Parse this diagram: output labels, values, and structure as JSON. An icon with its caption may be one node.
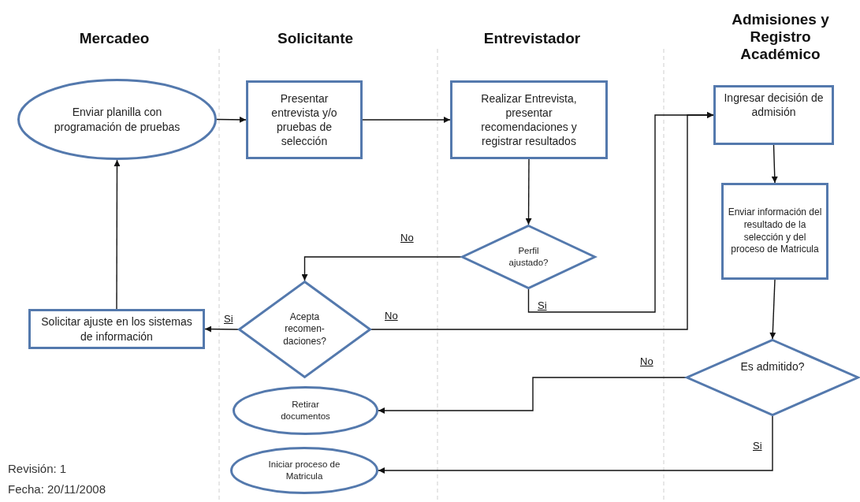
{
  "diagram": {
    "nodes": [
      {
        "text": [
          "Enviar planilla con programación de pruebas"
        ]
      },
      {
        "text": [
          "Presentar entrevista y/o pruebas de selección"
        ]
      },
      {
        "text": [
          "Realizar Entrevista, presentar recomendaciones  y registrar resultados"
        ]
      },
      {
        "text": [
          "Ingresar decisión de admisión"
        ]
      },
      {
        "text": [
          "Enviar información del resultado de la selección  y del proceso de Matricula"
        ]
      },
      {
        "text": [
          "Perfil ajustado?"
        ]
      },
      {
        "text": [
          "Acepta recomen- daciones?"
        ]
      },
      {
        "text": [
          "Solicitar ajuste en los sistemas de información"
        ]
      },
      {
        "text": [
          "Es admitido?"
        ]
      },
      {
        "text": [
          "Retirar documentos"
        ]
      },
      {
        "text": [
          "Iniciar proceso de Matricula"
        ]
      }
    ],
    "edges": [
      {
        "from": 0,
        "to": 1,
        "arrow": "to"
      },
      {
        "from": 1,
        "to": 2,
        "arrow": "to"
      },
      {
        "from": 2,
        "to": 5,
        "arrow": "to"
      },
      {
        "from": 5,
        "to": 6,
        "arrow": "to",
        "label": "No"
      },
      {
        "from": 5,
        "to": 3,
        "arrow": "to",
        "label": "Si"
      },
      {
        "from": 6,
        "to": 7,
        "arrow": "to",
        "label": "Si"
      },
      {
        "from": 6,
        "to": 3,
        "arrow": "to",
        "label": "No"
      },
      {
        "from": 7,
        "to": 0,
        "arrow": "to"
      },
      {
        "from": 3,
        "to": 4,
        "arrow": "to"
      },
      {
        "from": 4,
        "to": 8,
        "arrow": "to"
      },
      {
        "from": 8,
        "to": 9,
        "arrow": "to",
        "label": "No"
      },
      {
        "from": 8,
        "to": 10,
        "arrow": "to",
        "label": "Si"
      }
    ],
    "labels": [
      "Mercadeo",
      "Solicitante",
      "Entrevistador",
      "Admisiones y Registro Académico",
      "Revisión: 1",
      "Fecha: 20/11/2008"
    ]
  }
}
